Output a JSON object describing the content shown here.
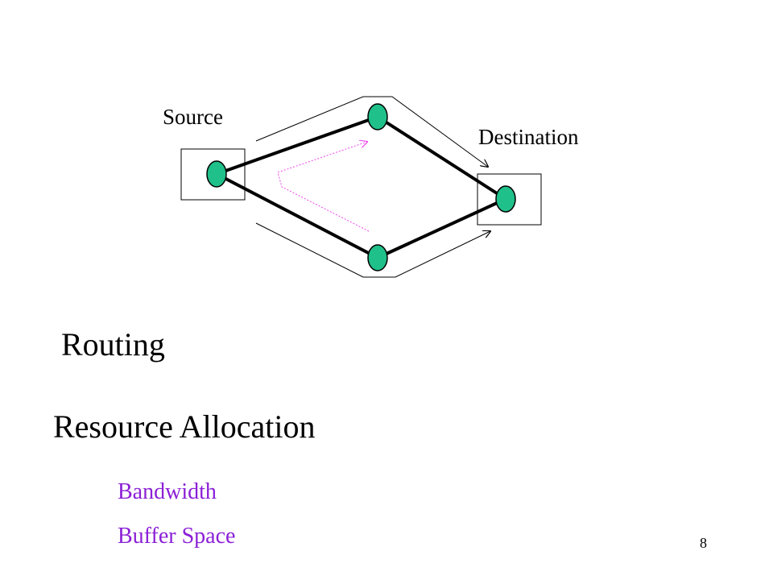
{
  "diagram": {
    "source_label": "Source",
    "destination_label": "Destination",
    "colors": {
      "node_fill": "#1fc08a",
      "node_stroke": "#000000",
      "link": "#000000",
      "alt_path": "#ee44ee"
    }
  },
  "slide": {
    "heading_routing": "Routing",
    "heading_resource": "Resource Allocation",
    "resources": [
      {
        "label": "Bandwidth",
        "color": "#8b1fd6"
      },
      {
        "label": "Buffer Space",
        "color": "#8b1fd6"
      }
    ],
    "page_number": "8"
  }
}
